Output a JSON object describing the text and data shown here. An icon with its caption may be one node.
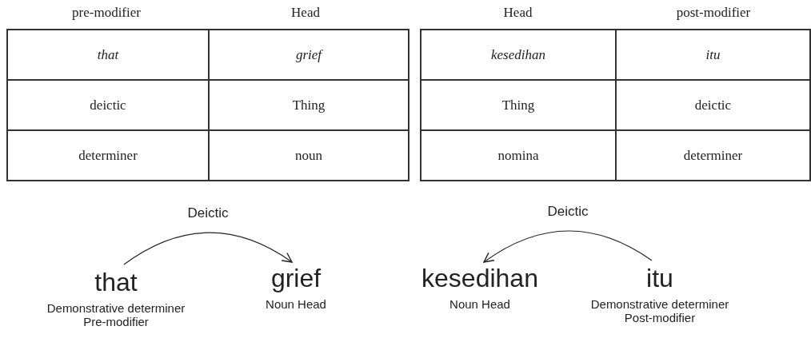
{
  "diagram": {
    "nodes": [
      {
        "text": [
          "that",
          "Demonstrative determiner Pre-modifier"
        ]
      },
      {
        "text": [
          "grief",
          "Noun Head"
        ]
      },
      {
        "text": [
          "kesedihan",
          "Noun Head"
        ]
      },
      {
        "text": [
          "itu",
          "Demonstrative determiner Post-modifier"
        ]
      }
    ],
    "edges": [
      {
        "from": 0,
        "to": 1,
        "arrow": "to",
        "label": "Deictic"
      },
      {
        "from": 3,
        "to": 2,
        "arrow": "to",
        "label": "Deictic"
      }
    ],
    "labels": [
      "pre-modifier",
      "Head",
      "that",
      "grief",
      "deictic",
      "Thing",
      "determiner",
      "noun",
      "Head",
      "post-modifier",
      "kesedihan",
      "itu",
      "Thing",
      "deictic",
      "nomina",
      "determiner"
    ]
  }
}
